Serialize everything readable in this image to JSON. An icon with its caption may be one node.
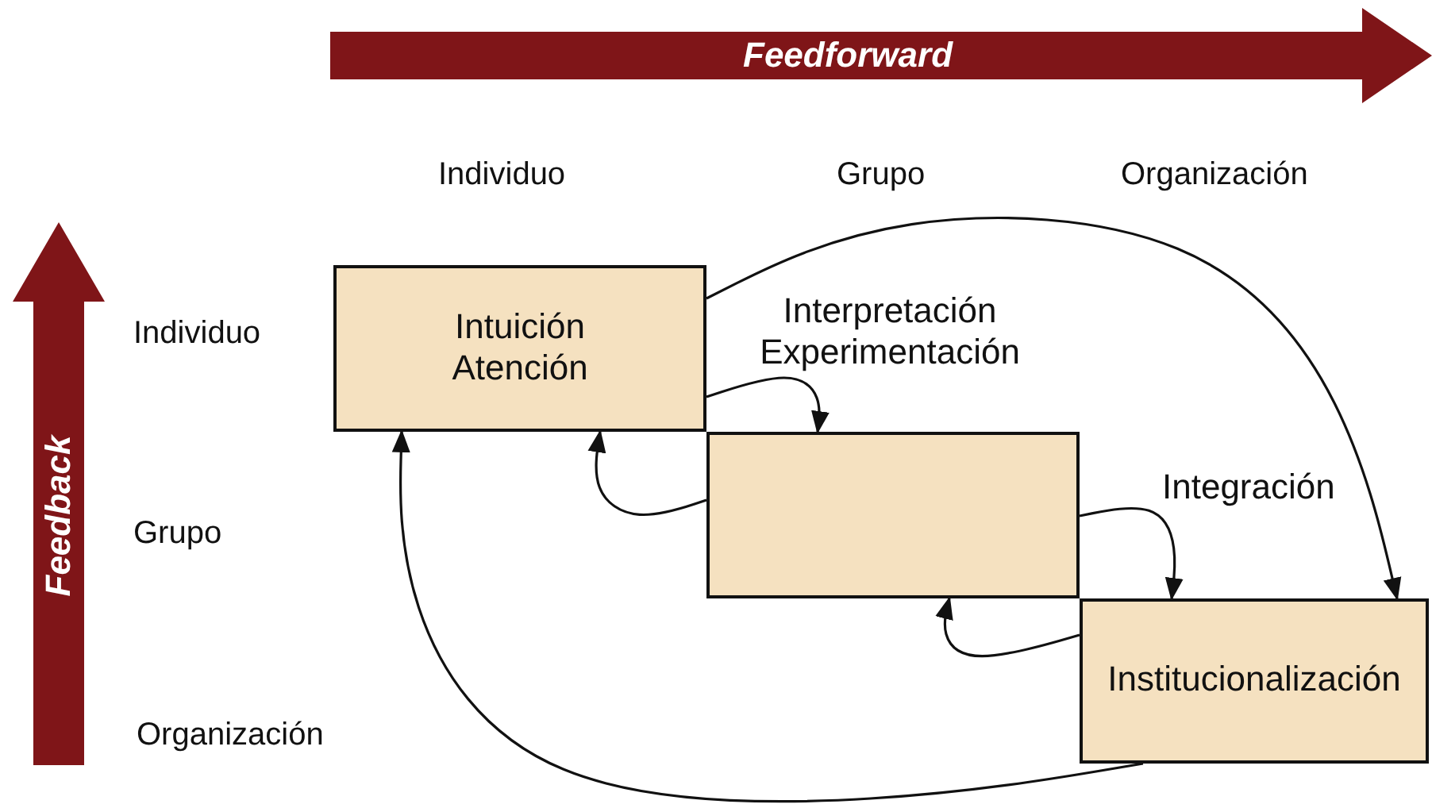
{
  "diagram": {
    "nodes": [
      {
        "text": [
          "Feedforward"
        ]
      },
      {
        "text": [
          "Feedback"
        ]
      },
      {
        "text": [
          "Intuición",
          "Atención"
        ]
      },
      {
        "text": [],
        "shape": "box"
      },
      {
        "text": [
          "Institucionalización"
        ]
      }
    ],
    "edges": [
      {
        "from": 2,
        "to": 4,
        "arrow": "to"
      },
      {
        "from": 2,
        "to": 3,
        "arrow": "to",
        "label": "Interpretación Experimentación"
      },
      {
        "from": 3,
        "to": 2,
        "arrow": "to"
      },
      {
        "from": 3,
        "to": 4,
        "arrow": "to",
        "label": "Integración"
      },
      {
        "from": 4,
        "to": 3,
        "arrow": "to"
      },
      {
        "from": 4,
        "to": 2,
        "arrow": "to"
      }
    ],
    "labels": [
      "Individuo",
      "Grupo",
      "Organización",
      "Individuo",
      "Grupo",
      "Organización"
    ]
  }
}
